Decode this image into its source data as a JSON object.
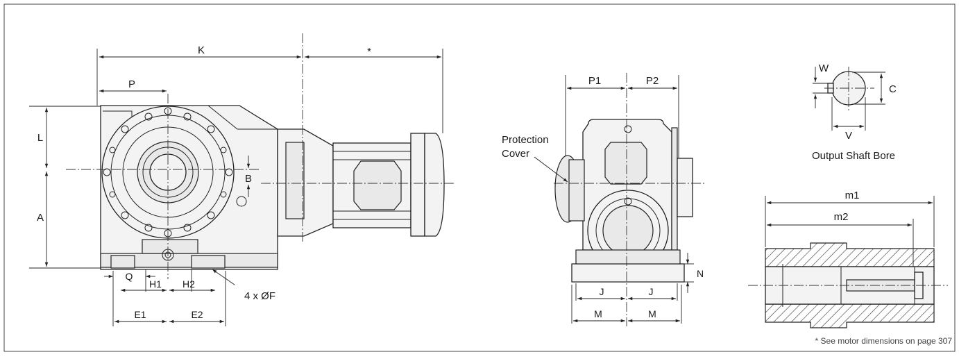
{
  "labels": {
    "K": "K",
    "star": "*",
    "P": "P",
    "L": "L",
    "A": "A",
    "B": "B",
    "Q": "Q",
    "H1": "H1",
    "H2": "H2",
    "E1": "E1",
    "E2": "E2",
    "F": "4 x ØF",
    "P1": "P1",
    "P2": "P2",
    "protection1": "Protection",
    "protection2": "Cover",
    "J1": "J",
    "J2": "J",
    "M1": "M",
    "M2": "M",
    "N": "N",
    "W": "W",
    "C": "C",
    "V": "V",
    "bore_title": "Output Shaft Bore",
    "m1": "m1",
    "m2": "m2"
  },
  "footnote": "* See motor dimensions on page 307"
}
